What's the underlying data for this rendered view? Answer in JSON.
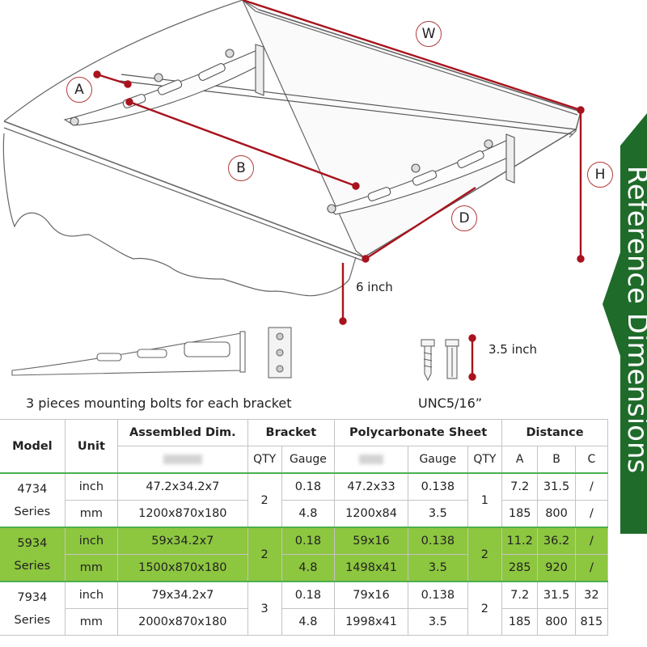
{
  "labels": {
    "w": "W",
    "a": "A",
    "b": "B",
    "d": "D",
    "h": "H",
    "six_inch": "6 inch",
    "three_five_inch": "3.5 inch",
    "bolts_caption": "3 pieces mounting bolts for each bracket",
    "unc_caption": "UNC5/16”"
  },
  "banner": {
    "text": "Reference Dimensions",
    "color": "#1f6b2a"
  },
  "colors": {
    "dimension_line": "#a8131d",
    "highlight_row": "#8dc63f",
    "separator": "#4caf50"
  },
  "table": {
    "headers": {
      "model": "Model",
      "unit": "Unit",
      "assembled": "Assembled Dim.",
      "bracket": "Bracket",
      "sheet": "Polycarbonate Sheet",
      "distance": "Distance"
    },
    "subheaders": {
      "qty": "QTY",
      "gauge": "Gauge",
      "sheet_gauge": "Gauge",
      "sheet_qty": "QTY",
      "a": "A",
      "b": "B",
      "c": "C"
    },
    "rows": [
      {
        "model": [
          "4734",
          "Series"
        ],
        "bracket_qty": "2",
        "sheet_qty": "1",
        "inch": {
          "unit": "inch",
          "assembled": "47.2x34.2x7",
          "gauge": "0.18",
          "sheet": "47.2x33",
          "sheet_gauge": "0.138",
          "a": "7.2",
          "b": "31.5",
          "c": "/"
        },
        "mm": {
          "unit": "mm",
          "assembled": "1200x870x180",
          "gauge": "4.8",
          "sheet": "1200x84",
          "sheet_gauge": "3.5",
          "a": "185",
          "b": "800",
          "c": "/"
        }
      },
      {
        "model": [
          "5934",
          "Series"
        ],
        "bracket_qty": "2",
        "sheet_qty": "2",
        "inch": {
          "unit": "inch",
          "assembled": "59x34.2x7",
          "gauge": "0.18",
          "sheet": "59x16",
          "sheet_gauge": "0.138",
          "a": "11.2",
          "b": "36.2",
          "c": "/"
        },
        "mm": {
          "unit": "mm",
          "assembled": "1500x870x180",
          "gauge": "4.8",
          "sheet": "1498x41",
          "sheet_gauge": "3.5",
          "a": "285",
          "b": "920",
          "c": "/"
        }
      },
      {
        "model": [
          "7934",
          "Series"
        ],
        "bracket_qty": "3",
        "sheet_qty": "2",
        "inch": {
          "unit": "inch",
          "assembled": "79x34.2x7",
          "gauge": "0.18",
          "sheet": "79x16",
          "sheet_gauge": "0.138",
          "a": "7.2",
          "b": "31.5",
          "c": "32"
        },
        "mm": {
          "unit": "mm",
          "assembled": "2000x870x180",
          "gauge": "4.8",
          "sheet": "1998x41",
          "sheet_gauge": "3.5",
          "a": "185",
          "b": "800",
          "c": "815"
        }
      }
    ]
  }
}
